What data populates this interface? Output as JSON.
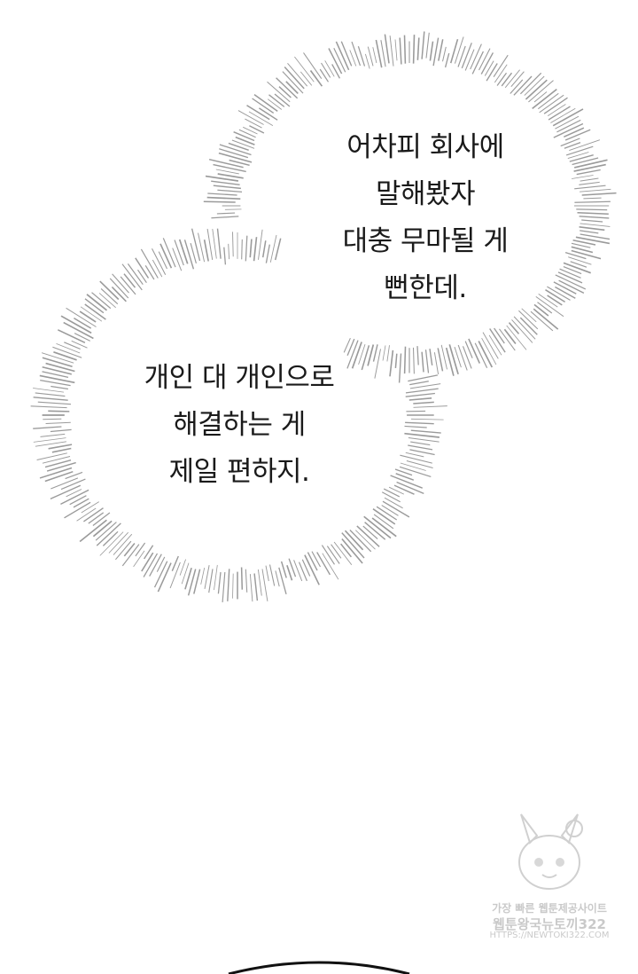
{
  "panel": {
    "bubble_upper": {
      "lines": [
        "어차피 회사에",
        "말해봤자",
        "대충 무마될 게",
        "뻔한데."
      ]
    },
    "bubble_lower": {
      "lines": [
        "개인 대 개인으로",
        "해결하는 게",
        "제일 편하지."
      ]
    }
  },
  "watermark": {
    "line1": "가장 빠른 웹툰제공사이트",
    "line2": "웹툰왕국뉴토끼322",
    "line3": "HTTPS://NEWTOKI322.COM"
  },
  "colors": {
    "background": "#ffffff",
    "text": "#1a1a1a",
    "emphasis_lines": "#9a9a9a"
  }
}
